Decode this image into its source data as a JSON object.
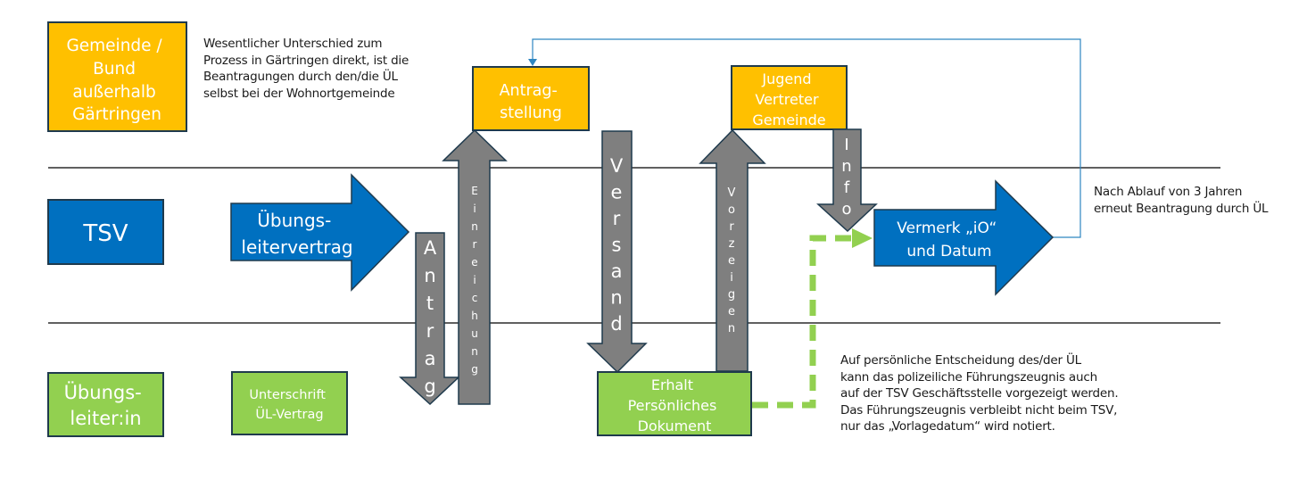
{
  "colors": {
    "gemeinde": "#FFC000",
    "tsv": "#0070C0",
    "uebungsleiter": "#92D050",
    "flow_arrow": "#7F7F7F",
    "outline": "#1F3A4D",
    "feedback_line": "#2E86C1",
    "optional_path": "#92D050",
    "lane_divider": "#000000"
  },
  "lanes": [
    {
      "id": "gemeinde",
      "label": "Gemeinde /\nBund\naußerhalb\nGärtringen"
    },
    {
      "id": "tsv",
      "label": "TSV"
    },
    {
      "id": "uebungsleiter",
      "label": "Übungs-\nleiter:in"
    }
  ],
  "notes": {
    "top": "Wesentlicher Unterschied zum\nProzess in Gärtringen direkt, ist die\nBeantragungen durch den/die ÜL\nselbst bei der Wohnortgemeinde",
    "right": "Nach Ablauf von 3 Jahren\nerneut Beantragung durch ÜL",
    "bottom": "Auf persönliche Entscheidung des/der ÜL\nkann das polizeiliche Führungszeugnis auch\nauf der TSV Geschäftsstelle vorgezeigt werden.\nDas Führungszeugnis verbleibt nicht beim TSV,\nnur das „Vorlagedatum“ wird notiert."
  },
  "steps": {
    "antragstellung": "Antrag-\nstellung",
    "jugend_vertreter": "Jugend\nVertreter\nGemeinde",
    "uebungsleitervertrag": "Übungs-\nleitervertrag",
    "vermerk": "Vermerk „iO“\nund Datum",
    "unterschrift": "Unterschrift\nÜL-Vertrag",
    "erhalt": "Erhalt\nPersönliches\nDokument"
  },
  "flow_arrows": {
    "antrag": "Antrag",
    "einreichung": "Einreichung",
    "versand": "Versand",
    "vorzeigen": "Vorzeigen",
    "info": "Info"
  }
}
